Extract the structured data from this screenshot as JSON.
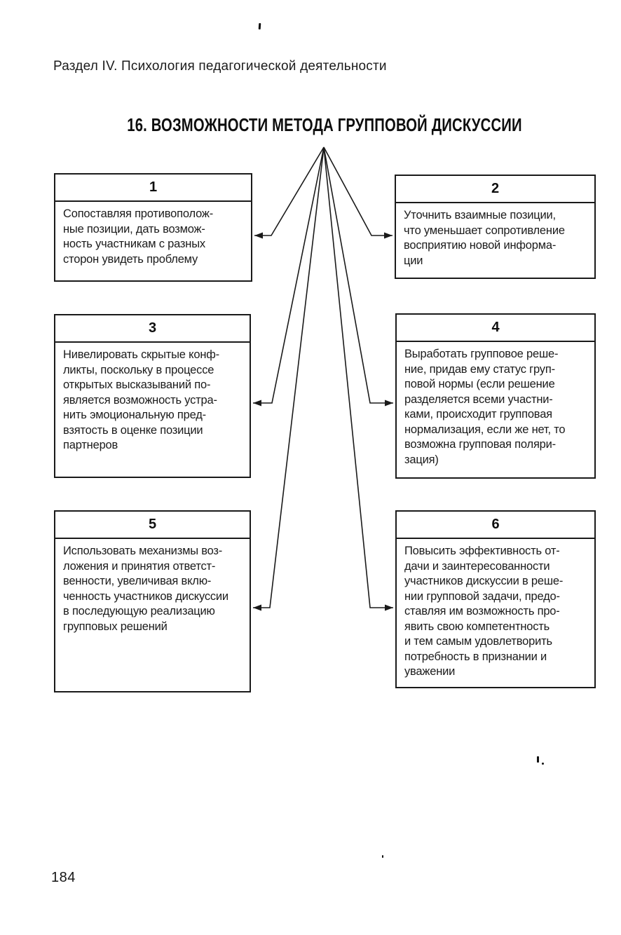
{
  "page": {
    "section_header": "Раздел IV. Психология педагогической деятельности",
    "page_number": "184"
  },
  "diagram": {
    "title": "16. ВОЗМОЖНОСТИ МЕТОДА ГРУППОВОЙ ДИСКУССИИ",
    "boxes": [
      {
        "number": "1",
        "text": "Сопоставляя противополож-\nные позиции, дать возмож-\nность участникам с разных\nсторон увидеть проблему"
      },
      {
        "number": "2",
        "text": "Уточнить взаимные позиции,\nчто уменьшает сопротивление\nвосприятию новой информа-\nции"
      },
      {
        "number": "3",
        "text": "Нивелировать скрытые конф-\nликты, поскольку в процессе\nоткрытых высказываний по-\nявляется возможность устра-\nнить эмоциональную пред-\nвзятость в оценке позиции\nпартнеров"
      },
      {
        "number": "4",
        "text": "Выработать групповое реше-\nние, придав ему статус груп-\nповой нормы (если решение\nразделяется всеми участни-\nками, происходит групповая\nнормализация, если же нет, то\nвозможна групповая поляри-\nзация)"
      },
      {
        "number": "5",
        "text": "Использовать механизмы воз-\nложения и принятия ответст-\nвенности, увеличивая вклю-\nченность участников дискуссии\nв последующую реализацию\nгрупповых решений"
      },
      {
        "number": "6",
        "text": "Повысить эффективность от-\nдачи и заинтересованности\nучастников дискуссии в реше-\nнии групповой задачи, предо-\nставляя им возможность про-\nявить свою компетентность\nи тем самым удовлетворить\nпотребность в признании и\nуважении"
      }
    ]
  }
}
